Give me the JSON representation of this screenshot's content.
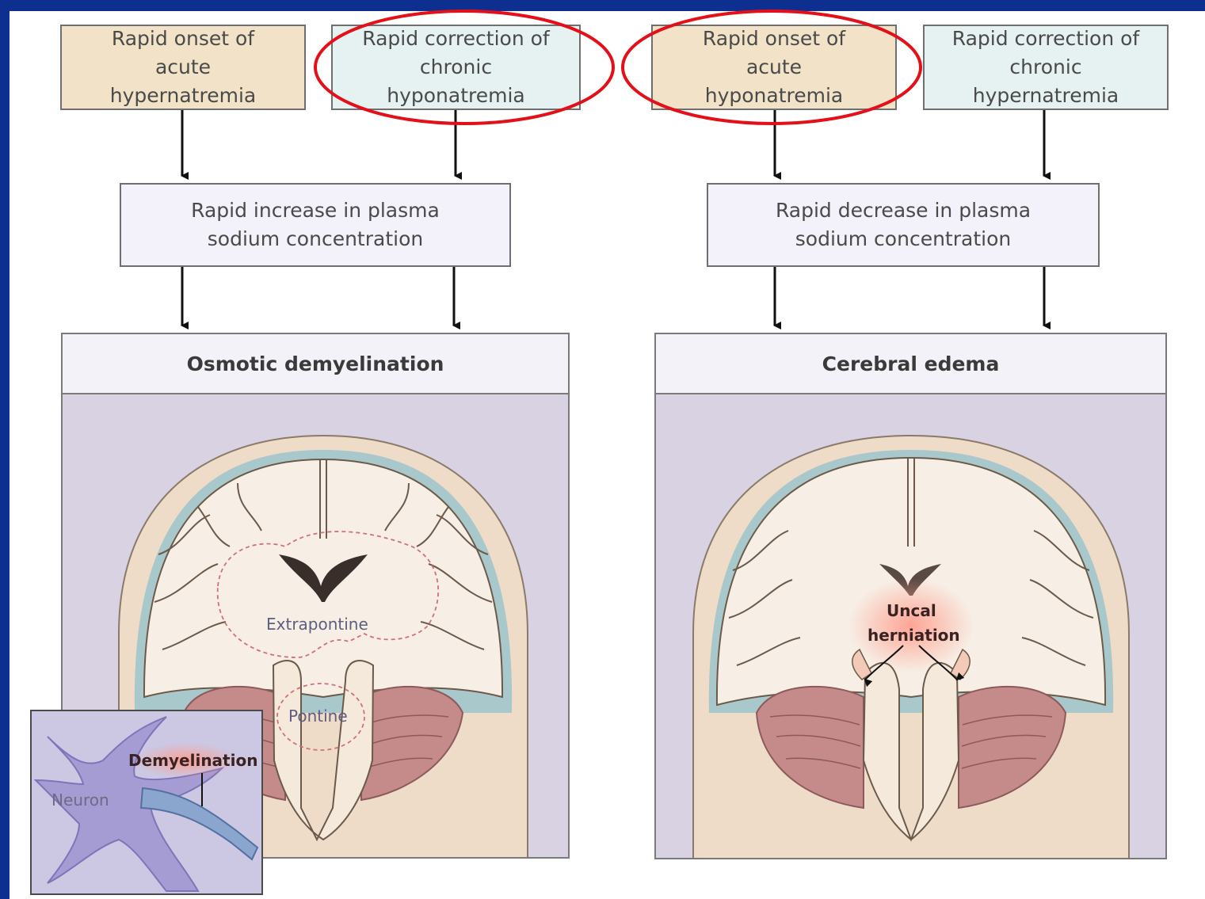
{
  "flow": {
    "left": {
      "cause1": "Rapid onset of acute hypernatremia",
      "cause2": "Rapid correction of chronic hyponatremia",
      "mid": "Rapid increase in plasma sodium concentration",
      "outcome": "Osmotic demyelination",
      "labels": {
        "extrapontine": "Extrapontine",
        "pontine": "Pontine",
        "neuron": "Neuron",
        "demyelination": "Demyelination"
      }
    },
    "right": {
      "cause1": "Rapid onset of acute hyponatremia",
      "cause2": "Rapid correction of chronic hypernatremia",
      "mid": "Rapid decrease in plasma sodium concentration",
      "outcome": "Cerebral edema",
      "labels": {
        "uncal": "Uncal",
        "herniation": "herniation"
      }
    }
  },
  "colors": {
    "background": "#0d2f8f",
    "highlight": "#e3101a",
    "tan": "#f2e3c8",
    "teal": "#e6f2f1",
    "lavender": "#f3f1f9",
    "panel": "#d9d2e3"
  }
}
